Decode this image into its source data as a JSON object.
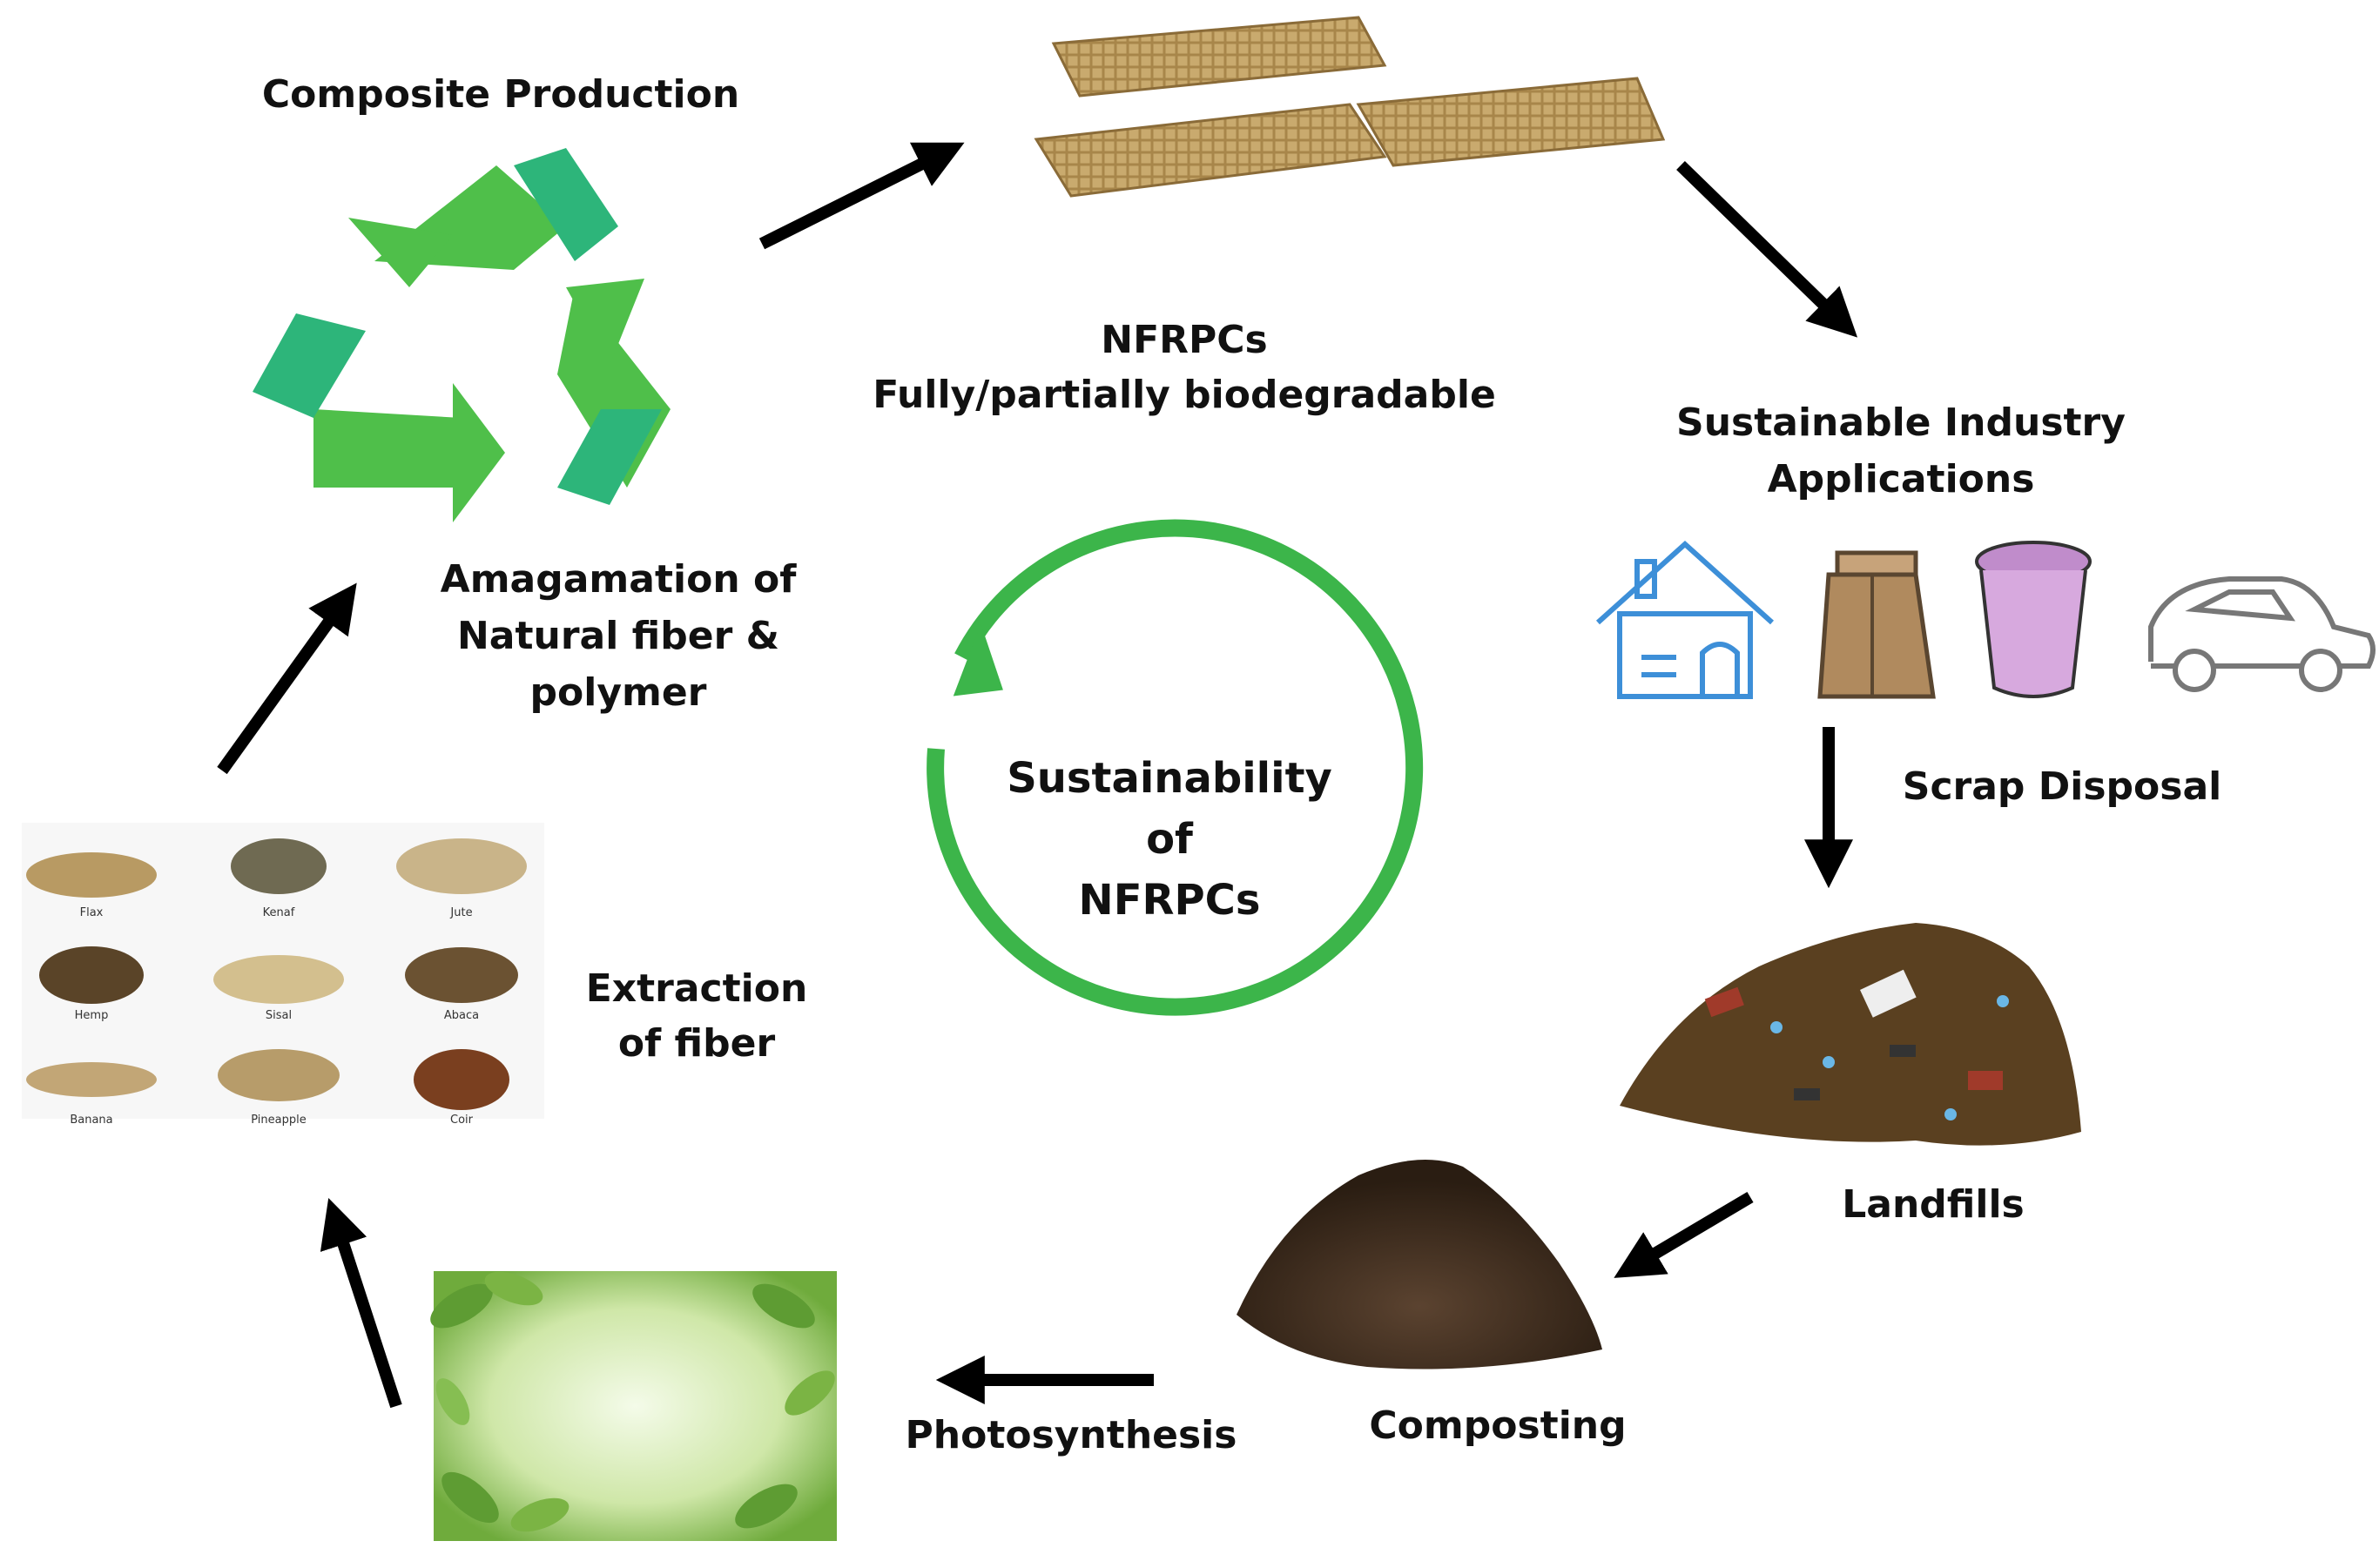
{
  "labels": {
    "composite_production": "Composite Production",
    "nfrpcs": "NFRPCs",
    "biodegradable": "Fully/partially biodegradable",
    "sustainable_line1": "Sustainable Industry",
    "sustainable_line2": "Applications",
    "scrap_disposal": "Scrap Disposal",
    "landfills": "Landfills",
    "composting": "Composting",
    "photosynthesis": "Photosynthesis",
    "extraction_line1": "Extraction",
    "extraction_line2": "of fiber",
    "amalgamation_line1": "Amagamation of",
    "amalgamation_line2": "Natural fiber &",
    "amalgamation_line3": "polymer",
    "center_line1": "Sustainability",
    "center_line2": "of",
    "center_line3": "NFRPCs"
  },
  "fiber_names": [
    "Flax",
    "Kenaf",
    "Jute",
    "Hemp",
    "Sisal",
    "Abaca",
    "Banana",
    "Pineapple",
    "Coir"
  ],
  "icons": [
    "recycle-icon",
    "house-icon",
    "paper-bag-icon",
    "container-icon",
    "car-icon"
  ],
  "colors": {
    "recycle_green_light": "#4fbf4a",
    "recycle_green_dark": "#2db57a",
    "cycle_ring": "#3cb54a",
    "arrow": "#000000",
    "house_blue": "#3d8fd8",
    "bag_brown": "#b08a5e",
    "container_pink": "#d7a9de",
    "car_gray": "#777777",
    "soil": "#4a3424",
    "landfill": "#5a4020"
  }
}
